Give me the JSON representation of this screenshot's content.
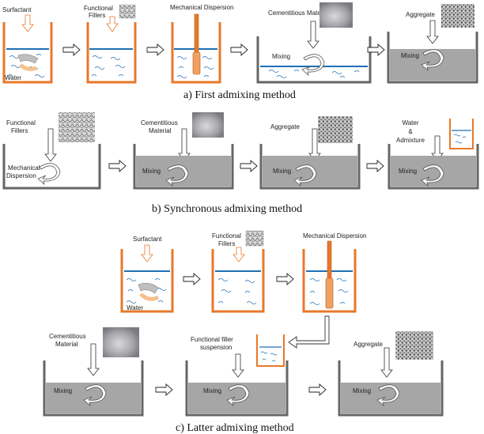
{
  "labels": {
    "surfactant": "Surfactant",
    "functional_fillers_a": "Functional",
    "functional_fillers_b": "Fillers",
    "mechanical_dispersion": "Mechanical Dispersion",
    "mech_a": "Mechanical",
    "mech_b": "Dispersion",
    "cementitious_a": "Cementitious",
    "cementitious_b": "Material",
    "cementitious_material": "Cementitious Material",
    "aggregate": "Aggregate",
    "mixing": "Mixing",
    "water": "Water",
    "amp": "&",
    "admixture": "Admixture",
    "ffs_a": "Functional filler",
    "ffs_b": "suspension"
  },
  "captions": {
    "a": "a)  First admixing method",
    "b": "b)  Synchronous admixing method",
    "c": "c)  Latter admixing method"
  },
  "colors": {
    "orange": "#e8782a",
    "orange_light": "#f4c08c",
    "blue": "#1f6fb5",
    "grey_wall": "#666666",
    "grey_fill": "#a6a6a6"
  },
  "icons": {
    "flow_arrow": "hollow-right-arrow",
    "mixing": "curved-swirl-arrow",
    "drop": "hollow-down-arrow"
  }
}
